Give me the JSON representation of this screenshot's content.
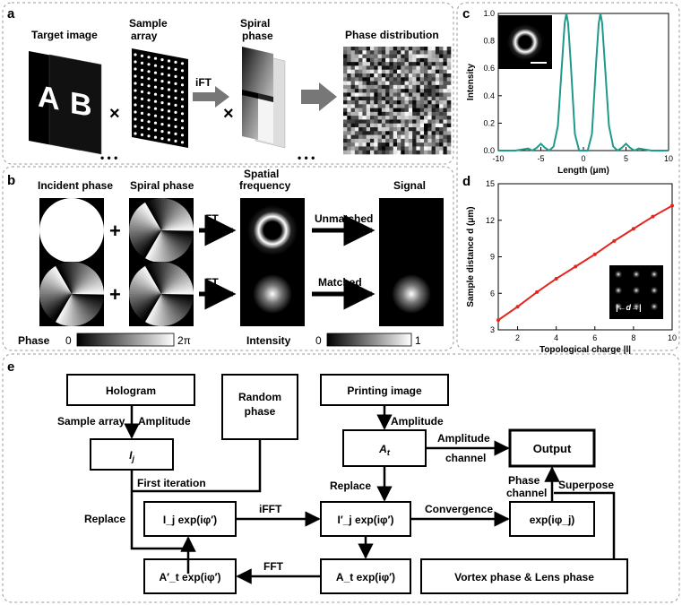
{
  "panels": {
    "a": {
      "letter": "a",
      "target_image": "Target image",
      "sample_array": [
        "Sample",
        "array"
      ],
      "spiral_phase": [
        "Spiral",
        "phase"
      ],
      "phase_distribution": "Phase distribution",
      "ift": "iFT",
      "times": "×",
      "ellipsis": "• • •"
    },
    "b": {
      "letter": "b",
      "incident_phase": "Incident phase",
      "spiral_phase": "Spiral phase",
      "spatial_frequency": [
        "Spatial",
        "frequency"
      ],
      "signal": "Signal",
      "plus": "+",
      "ft": "FT",
      "unmatched": "Unmatched",
      "matched": "Matched",
      "phase_label": "Phase",
      "phase_min": "0",
      "phase_max": "2π",
      "intensity_label": "Intensity",
      "intensity_min": "0",
      "intensity_max": "1"
    },
    "c": {
      "letter": "c"
    },
    "d": {
      "letter": "d",
      "inset_label": "|←d→|"
    },
    "e": {
      "letter": "e",
      "hologram": "Hologram",
      "random_phase": [
        "Random",
        "phase"
      ],
      "printing_image": "Printing image",
      "sample_array": "Sample array",
      "amplitude_1": "Amplitude",
      "amplitude_2": "Amplitude",
      "ij": "I",
      "ij_sub": "j",
      "at": "A",
      "at_sub": "t",
      "first_iteration": "First iteration",
      "replace_left": "Replace",
      "replace_mid": "Replace",
      "amplitude_channel": [
        "Amplitude",
        "channel"
      ],
      "output": "Output",
      "phase_channel": [
        "Phase",
        "channel"
      ],
      "superpose": "Superpose",
      "ifft": "iFFT",
      "fft": "FFT",
      "convergence": "Convergence",
      "box_ij_exp": "I_j exp(iφ′)",
      "box_ijp_exp": "I′_j exp(iφ′)",
      "box_at_exp": "A_t exp(iφ′)",
      "box_atp_exp": "A′_t exp(iφ′)",
      "box_exp_phij": "exp(iφ_j)",
      "vortex_lens": "Vortex phase & Lens phase"
    }
  },
  "chart_data": [
    {
      "type": "line",
      "panel": "c",
      "xlabel": "Length (μm)",
      "ylabel": "Intensity",
      "xlim": [
        -10,
        10
      ],
      "ylim": [
        0,
        1.0
      ],
      "xticks": [
        -10,
        -5,
        0,
        5,
        10
      ],
      "yticks": [
        0,
        0.2,
        0.4,
        0.6,
        0.8,
        1.0
      ],
      "color": "#1f9a8a",
      "series": [
        {
          "x": [
            -10,
            -9,
            -8,
            -7,
            -6.5,
            -6,
            -5.5,
            -5,
            -4.5,
            -4,
            -3.5,
            -3,
            -2.5,
            -2.2,
            -2,
            -1.8,
            -1.5,
            -1,
            -0.5,
            0,
            0.5,
            1,
            1.5,
            1.8,
            2,
            2.2,
            2.5,
            3,
            3.5,
            4,
            4.5,
            5,
            5.5,
            6,
            6.5,
            7,
            8,
            9,
            10
          ],
          "values": [
            0,
            0,
            0,
            0.01,
            0.015,
            0,
            0.02,
            0.05,
            0.02,
            0.0,
            0.03,
            0.18,
            0.65,
            0.93,
            1.0,
            0.93,
            0.65,
            0.12,
            0.0,
            0.0,
            0.0,
            0.12,
            0.65,
            0.93,
            1.0,
            0.93,
            0.65,
            0.18,
            0.03,
            0.0,
            0.02,
            0.05,
            0.02,
            0,
            0.015,
            0.01,
            0,
            0,
            0
          ]
        }
      ]
    },
    {
      "type": "line",
      "panel": "d",
      "xlabel": "Topological charge |l|",
      "ylabel": "Sample distance d (μm)",
      "xlim": [
        1,
        10
      ],
      "ylim": [
        3,
        15
      ],
      "xticks": [
        2,
        4,
        6,
        8,
        10
      ],
      "yticks": [
        3,
        6,
        9,
        12,
        15
      ],
      "color": "#e3261f",
      "series": [
        {
          "x": [
            1,
            2,
            3,
            4,
            5,
            6,
            7,
            8,
            9,
            10
          ],
          "values": [
            3.8,
            4.9,
            6.1,
            7.2,
            8.2,
            9.2,
            10.3,
            11.3,
            12.3,
            13.2
          ]
        }
      ]
    }
  ]
}
